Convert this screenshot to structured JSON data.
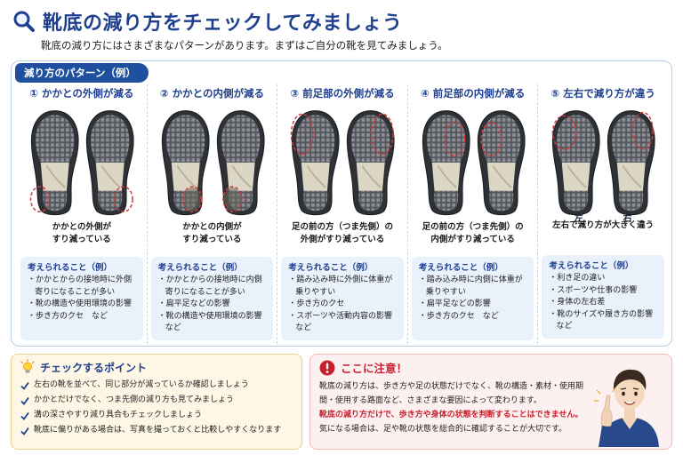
{
  "header": {
    "title": "靴底の減り方をチェックしてみましょう",
    "subtitle": "靴底の減り方にはさまざまなパターンがあります。まずはご自分の靴を見てみましょう。"
  },
  "patterns": {
    "tab_label": "減り方のパターン（例）",
    "causes_title": "考えられること（例）",
    "left_label": "左",
    "right_label": "右",
    "items": [
      {
        "title": "① かかとの外側が減る",
        "desc": [
          "かかとの外側が",
          "すり減っている"
        ],
        "causes": [
          "・かかとからの接地時に外側寄りになることが多い",
          "・靴の構造や使用環境の影響",
          "・歩き方のクセ　など"
        ]
      },
      {
        "title": "② かかとの内側が減る",
        "desc": [
          "かかとの内側が",
          "すり減っている"
        ],
        "causes": [
          "・かかとからの接地時に内側寄りになることが多い",
          "・扁平足などの影響",
          "・靴の構造や使用環境の影響など"
        ]
      },
      {
        "title": "③ 前足部の外側が減る",
        "desc": [
          "足の前の方（つま先側）の",
          "外側がすり減っている"
        ],
        "causes": [
          "・踏み込み時に外側に体重が乗りやすい",
          "・歩き方のクセ",
          "・スポーツや活動内容の影響など"
        ]
      },
      {
        "title": "④ 前足部の内側が減る",
        "desc": [
          "足の前の方（つま先側）の",
          "内側がすり減っている"
        ],
        "causes": [
          "・踏み込み時に内側に体重が乗りやすい",
          "・扁平足などの影響",
          "・歩き方のクセ　など"
        ]
      },
      {
        "title": "⑤ 左右で減り方が違う",
        "desc": [
          "左右で減り方が大きく違う"
        ],
        "causes": [
          "・利き足の違い",
          "・スポーツや仕事の影響",
          "・身体の左右差",
          "・靴のサイズや履き方の影響など"
        ]
      }
    ]
  },
  "check": {
    "title": "チェックするポイント",
    "items": [
      "左右の靴を並べて、同じ部分が減っているか確認しましょう",
      "かかとだけでなく、つま先側の減り方も見てみましょう",
      "溝の深さやすり減り具合もチェックしましょう",
      "靴底に偏りがある場合は、写真を撮っておくと比較しやすくなります"
    ]
  },
  "caution": {
    "title": "ここに注意！",
    "line1": "靴底の減り方は、歩き方や足の状態だけでなく、靴の構造・素材・使用期間・使用する路面など、さまざまな要因によって変わります。",
    "warning": "靴底の減り方だけで、歩き方や身体の状態を判断することはできません。",
    "line3": "気になる場合は、足や靴の状態を総合的に確認することが大切です。"
  },
  "colors": {
    "navy": "#1f3f8f",
    "tab": "#1f4f9f",
    "wear_red": "#d23a3a",
    "caution_red": "#c8202f"
  }
}
